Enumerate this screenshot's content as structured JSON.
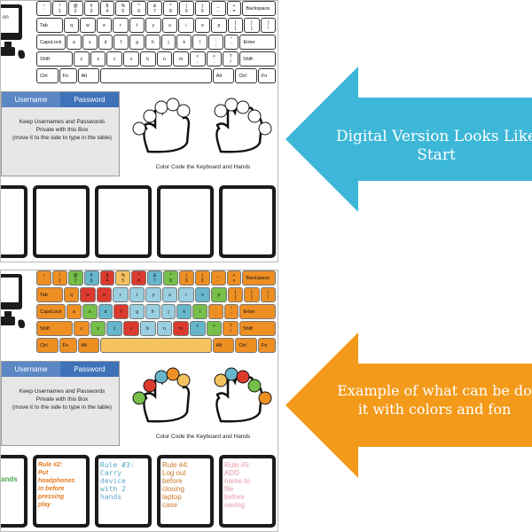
{
  "keyboard_rows": [
    [
      [
        "~",
        "`"
      ],
      [
        "!",
        "1"
      ],
      [
        "@",
        "2"
      ],
      [
        "#",
        "3"
      ],
      [
        "$",
        "4"
      ],
      [
        "%",
        "5"
      ],
      [
        "^",
        "6"
      ],
      [
        "&",
        "7"
      ],
      [
        "*",
        "8"
      ],
      [
        "(",
        "9"
      ],
      [
        ")",
        "0"
      ],
      [
        "_",
        "-"
      ],
      [
        "+",
        "="
      ],
      [
        "Backspace"
      ]
    ],
    [
      [
        "Tab"
      ],
      [
        "q"
      ],
      [
        "w"
      ],
      [
        "e"
      ],
      [
        "r"
      ],
      [
        "t"
      ],
      [
        "y"
      ],
      [
        "u"
      ],
      [
        "i"
      ],
      [
        "o"
      ],
      [
        "p"
      ],
      [
        "{",
        "["
      ],
      [
        "}",
        "]"
      ],
      [
        "|",
        "\\"
      ]
    ],
    [
      [
        "CapsLock"
      ],
      [
        "a"
      ],
      [
        "s"
      ],
      [
        "d"
      ],
      [
        "f"
      ],
      [
        "g"
      ],
      [
        "h"
      ],
      [
        "j"
      ],
      [
        "k"
      ],
      [
        "l"
      ],
      [
        ":",
        ";"
      ],
      [
        "\"",
        "'"
      ],
      [
        "Enter"
      ]
    ],
    [
      [
        "Shift"
      ],
      [
        "z"
      ],
      [
        "x"
      ],
      [
        "c"
      ],
      [
        "v"
      ],
      [
        "b"
      ],
      [
        "n"
      ],
      [
        "m"
      ],
      [
        "<",
        ","
      ],
      [
        ">",
        "."
      ],
      [
        "?",
        "/"
      ],
      [
        "Shift"
      ]
    ],
    [
      [
        "Ctrl"
      ],
      [
        "Fn"
      ],
      [
        "Alt"
      ],
      [
        ""
      ],
      [
        "Alt"
      ],
      [
        "Ctrl"
      ],
      [
        "Fn"
      ]
    ]
  ],
  "color_rows": [
    [
      "#ee8f24",
      "#ee8f24",
      "#75bf4a",
      "#67b6cc",
      "#dd3a2e",
      "#f4c25f",
      "#dd3a2e",
      "#67b6cc",
      "#75bf4a",
      "#ee8f24",
      "#ee8f24",
      "#ee8f24",
      "#ee8f24",
      "#ee8f24"
    ],
    [
      "#ee8f24",
      "#ee8f24",
      "#dd3a2e",
      "#dd3a2e",
      "#99cfe0",
      "#99cfe0",
      "#99cfe0",
      "#99cfe0",
      "#99cfe0",
      "#67b6cc",
      "#75bf4a",
      "#ee8f24",
      "#ee8f24",
      "#ee8f24"
    ],
    [
      "#ee8f24",
      "#ee8f24",
      "#75bf4a",
      "#67b6cc",
      "#dd3a2e",
      "#99cfe0",
      "#99cfe0",
      "#99cfe0",
      "#67b6cc",
      "#75bf4a",
      "#ee8f24",
      "#ee8f24",
      "#ee8f24"
    ],
    [
      "#ee8f24",
      "#ee8f24",
      "#75bf4a",
      "#67b6cc",
      "#dd3a2e",
      "#99cfe0",
      "#99cfe0",
      "#dd3a2e",
      "#67b6cc",
      "#75bf4a",
      "#ee8f24",
      "#ee8f24"
    ],
    [
      "#ee8f24",
      "#ee8f24",
      "#ee8f24",
      "#f4c25f",
      "#ee8f24",
      "#ee8f24",
      "#ee8f24"
    ]
  ],
  "login": {
    "username_label": "Username",
    "password_label": "Password",
    "message": "Keep Usernames and Passwords\nPrivate with this Box\n(move it to the side to type in the table)"
  },
  "hands_caption": "Color Code the Keyboard and Hands",
  "monitor_label_top": "on",
  "rules": [
    {
      "text": "ands",
      "color": "#4aa84a"
    },
    {
      "text": "Rule #2:\nPut\nheadphones\nin before\npressing\nplay",
      "color": "#e67a1f"
    },
    {
      "text": "Rule #3:\nCarry\ndevice\nwith 2\nhands",
      "color": "#5ba9c9"
    },
    {
      "text": "Rule #4:\nLog out\nbefore\nclosing\nlaptop\ncase",
      "color": "#c97a2a"
    },
    {
      "text": "Rule #5:\nADD\nname to\nfile\nbefore\nsaving",
      "color": "#e899a8"
    }
  ],
  "arrows": {
    "top": {
      "text": "Digital Version Looks Like\nStart",
      "color": "#3db7d8"
    },
    "bottom": {
      "text": "Example of what can be do\nit with colors and fon",
      "color": "#f39a1a"
    }
  },
  "finger_colors": {
    "left": [
      "#75bf4a",
      "#dd3a2e",
      "#67b6cc",
      "#ee8f24",
      "#f4c25f"
    ],
    "right": [
      "#f4c25f",
      "#67b6cc",
      "#dd3a2e",
      "#75bf4a",
      "#ee8f24"
    ]
  }
}
